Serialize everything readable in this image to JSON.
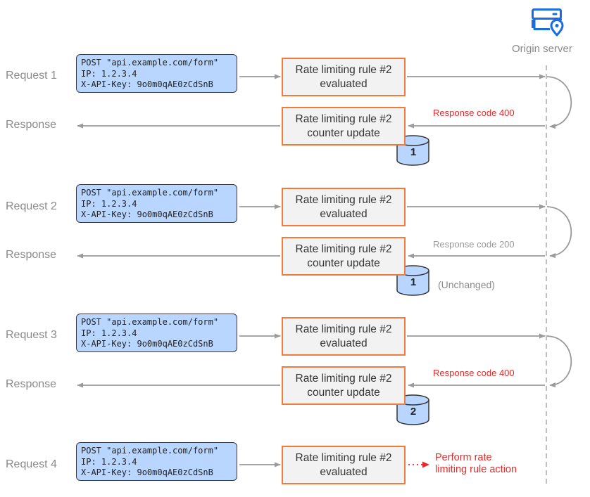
{
  "origin": {
    "label": "Origin server",
    "icon": "server-location-icon"
  },
  "colors": {
    "request_fill": "#b8d6ff",
    "rule_border": "#f47a3a",
    "rule_fill": "#f2f2f2",
    "counter_fill": "#b8d6ff",
    "alert": "#e52a2a",
    "arrow": "#9a9a9a",
    "icon": "#1a6de0"
  },
  "requests": [
    {
      "label": "Request 1",
      "details": [
        "POST \"api.example.com/form\"",
        "IP: 1.2.3.4",
        "X-API-Key: 9o0m0qAE0zCdSnB"
      ],
      "evaluated": [
        "Rate limiting rule #2",
        "evaluated"
      ],
      "response_label": "Response",
      "counter_update": [
        "Rate limiting rule #2",
        "counter update"
      ],
      "response_code": "Response code 400",
      "counter": "1",
      "note": ""
    },
    {
      "label": "Request 2",
      "details": [
        "POST \"api.example.com/form\"",
        "IP: 1.2.3.4",
        "X-API-Key: 9o0m0qAE0zCdSnB"
      ],
      "evaluated": [
        "Rate limiting rule #2",
        "evaluated"
      ],
      "response_label": "Response",
      "counter_update": [
        "Rate limiting rule #2",
        "counter update"
      ],
      "response_code": "Response code 200",
      "counter": "1",
      "note": "(Unchanged)"
    },
    {
      "label": "Request 3",
      "details": [
        "POST \"api.example.com/form\"",
        "IP: 1.2.3.4",
        "X-API-Key: 9o0m0qAE0zCdSnB"
      ],
      "evaluated": [
        "Rate limiting rule #2",
        "evaluated"
      ],
      "response_label": "Response",
      "counter_update": [
        "Rate limiting rule #2",
        "counter update"
      ],
      "response_code": "Response code 400",
      "counter": "2",
      "note": ""
    }
  ],
  "final_request": {
    "label": "Request 4",
    "details": [
      "POST \"api.example.com/form\"",
      "IP: 1.2.3.4",
      "X-API-Key: 9o0m0qAE0zCdSnB"
    ],
    "evaluated": [
      "Rate limiting rule #2",
      "evaluated"
    ],
    "action": [
      "Perform rate",
      "limiting rule action"
    ]
  }
}
